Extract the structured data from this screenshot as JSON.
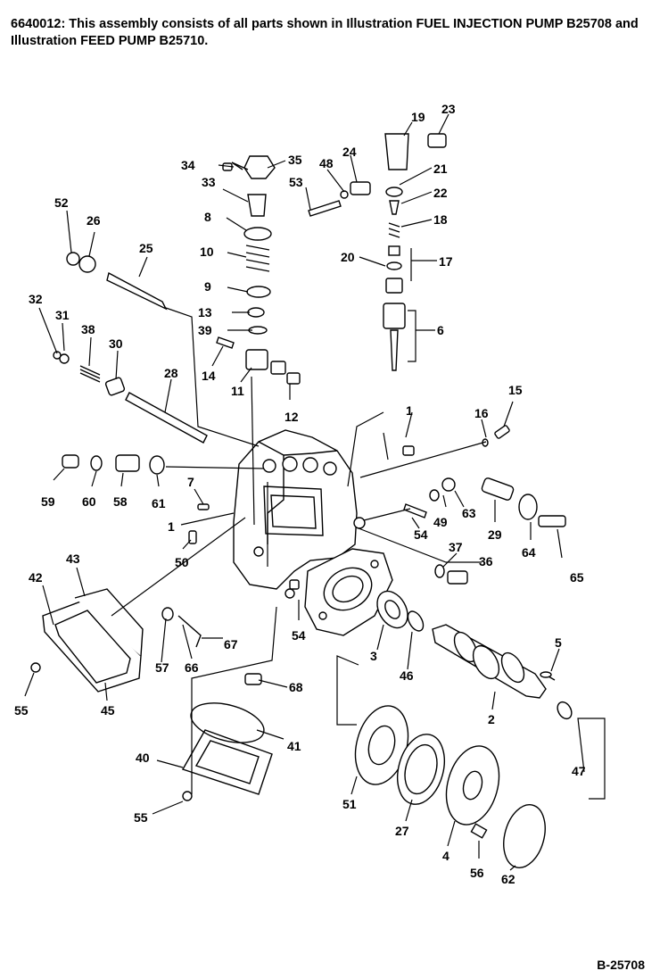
{
  "header": {
    "description": "6640012: This assembly consists of all parts shown in Illustration FUEL INJECTION PUMP B25708 and Illustration FEED PUMP B25710."
  },
  "figure_id": "B-25708",
  "callouts": {
    "c1": "1",
    "c1b": "1",
    "c2": "2",
    "c3": "3",
    "c4": "4",
    "c5": "5",
    "c6": "6",
    "c7": "7",
    "c8": "8",
    "c9": "9",
    "c10": "10",
    "c11": "11",
    "c12": "12",
    "c13": "13",
    "c14": "14",
    "c15": "15",
    "c16": "16",
    "c17": "17",
    "c18": "18",
    "c19": "19",
    "c20": "20",
    "c21": "21",
    "c22": "22",
    "c23": "23",
    "c24": "24",
    "c25": "25",
    "c26": "26",
    "c27": "27",
    "c28": "28",
    "c29": "29",
    "c30": "30",
    "c31": "31",
    "c32": "32",
    "c33": "33",
    "c34": "34",
    "c35": "35",
    "c36": "36",
    "c37": "37",
    "c38": "38",
    "c39": "39",
    "c40": "40",
    "c41": "41",
    "c42": "42",
    "c43": "43",
    "c45": "45",
    "c46": "46",
    "c47": "47",
    "c48": "48",
    "c49": "49",
    "c50": "50",
    "c51": "51",
    "c52": "52",
    "c53": "53",
    "c54": "54",
    "c54b": "54",
    "c55": "55",
    "c55b": "55",
    "c56": "56",
    "c58": "58",
    "c59": "59",
    "c60": "60",
    "c61": "61",
    "c62": "62",
    "c63": "63",
    "c64": "64",
    "c65": "65",
    "c66": "66",
    "c67": "67",
    "c67b": "57",
    "c68": "68"
  }
}
